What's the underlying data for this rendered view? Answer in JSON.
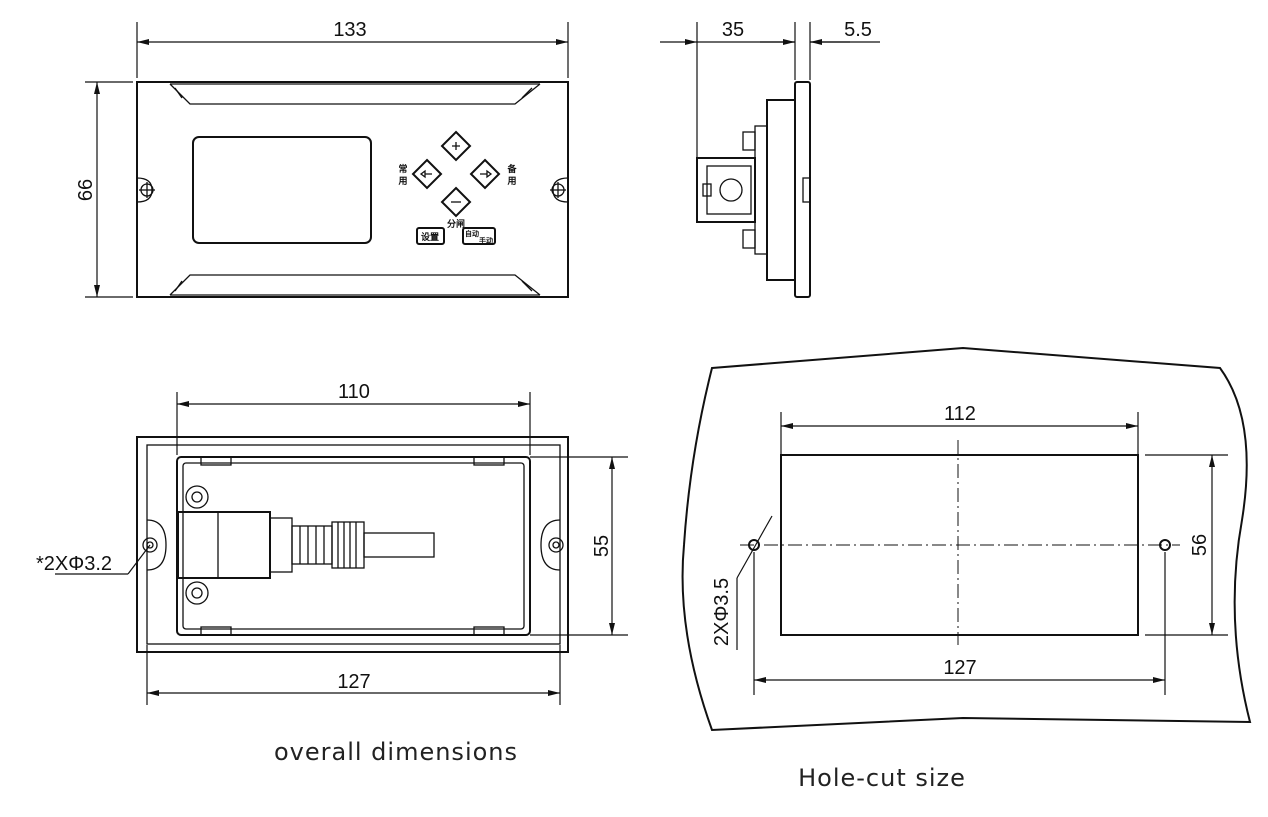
{
  "front_view": {
    "width_label": "133",
    "height_label": "66",
    "keys": {
      "left_label": "常用",
      "right_label": "备用",
      "bottom_label": "分闸",
      "set_label": "设置",
      "auto_label_top": "自动",
      "auto_label_bottom": "手动"
    }
  },
  "side_view": {
    "depth_label": "35",
    "flange_label": "5.5"
  },
  "back_view": {
    "inner_width_label": "110",
    "inner_height_label": "55",
    "hole_spacing_label": "127",
    "hole_label": "*2XΦ3.2"
  },
  "cutout_view": {
    "cut_width_label": "112",
    "cut_height_label": "56",
    "hole_spacing_label": "127",
    "hole_label": "2XΦ3.5"
  },
  "captions": {
    "overall": "overall dimensions",
    "hole_cut": "Hole-cut size"
  }
}
